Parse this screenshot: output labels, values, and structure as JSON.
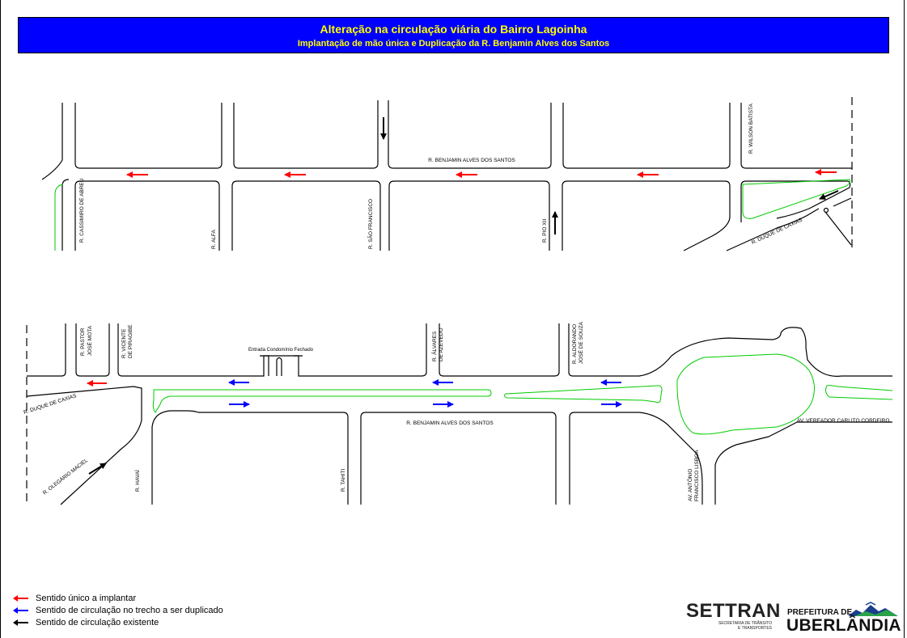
{
  "header": {
    "title": "Alteração na circulação viária do Bairro Lagoinha",
    "subtitle": "Implantação de mão única e Duplicação da R. Benjamin Alves dos Santos"
  },
  "colors": {
    "header_bg": "#0000ff",
    "header_text": "#ffff00",
    "one_way_new": "#ff0000",
    "duplicated": "#0000ff",
    "existing": "#000000",
    "median": "#00cc00"
  },
  "street_labels": {
    "top": {
      "benjamin": "R. BENJAMIN ALVES DOS SANTOS",
      "wilson": "R. WILSON BATISTA",
      "cassimiro": "R. CASSIMIRO DE ABREU",
      "alfa": "R. ALFA",
      "sao_francisco": "R. SÃO FRANCISCO",
      "pio_xii": "R. PIO XII",
      "duque": "R. DUQUE DE CAXIAS"
    },
    "bottom": {
      "pastor_line1": "R. PASTOR",
      "pastor_line2": "JOSÉ MOTA",
      "vicente_line1": "R. VICENTE",
      "vicente_line2": "DE PIRAGIBE",
      "alvares_line1": "R. ÁLVARES",
      "alvares_line2": "DE AZEVEDO",
      "aldorando_line1": "R. ALDORANDO",
      "aldorando_line2": "JOSÉ DE SOUZA",
      "condominio": "Entrada Condomínio Fechado",
      "duque": "R. DUQUE DE CAXIAS",
      "benjamin": "R. BENJAMIN ALVES DOS SANTOS",
      "carlito": "AV. VEREADOR CARLITO CORDEIRO",
      "olegario": "R. OLEGÁRIO MACIEL",
      "havai": "R. HAVAÍ",
      "tahiti": "R. TAHITI",
      "antonio_line1": "AV. ANTÔNIO",
      "antonio_line2": "FRANCISCO LISBOA"
    }
  },
  "legend": [
    {
      "color": "#ff0000",
      "label": "Sentido único a implantar"
    },
    {
      "color": "#0000ff",
      "label": "Sentido de circulação no trecho a ser duplicado"
    },
    {
      "color": "#000000",
      "label": "Sentido de circulação existente"
    }
  ],
  "logos": {
    "settran": "SETTRAN",
    "settran_sub1": "SECRETARIA DE TRÂNSITO",
    "settran_sub2": "E TRANSPORTES",
    "prefeitura": "PREFEITURA DE",
    "city": "UBERLÂNDIA"
  }
}
